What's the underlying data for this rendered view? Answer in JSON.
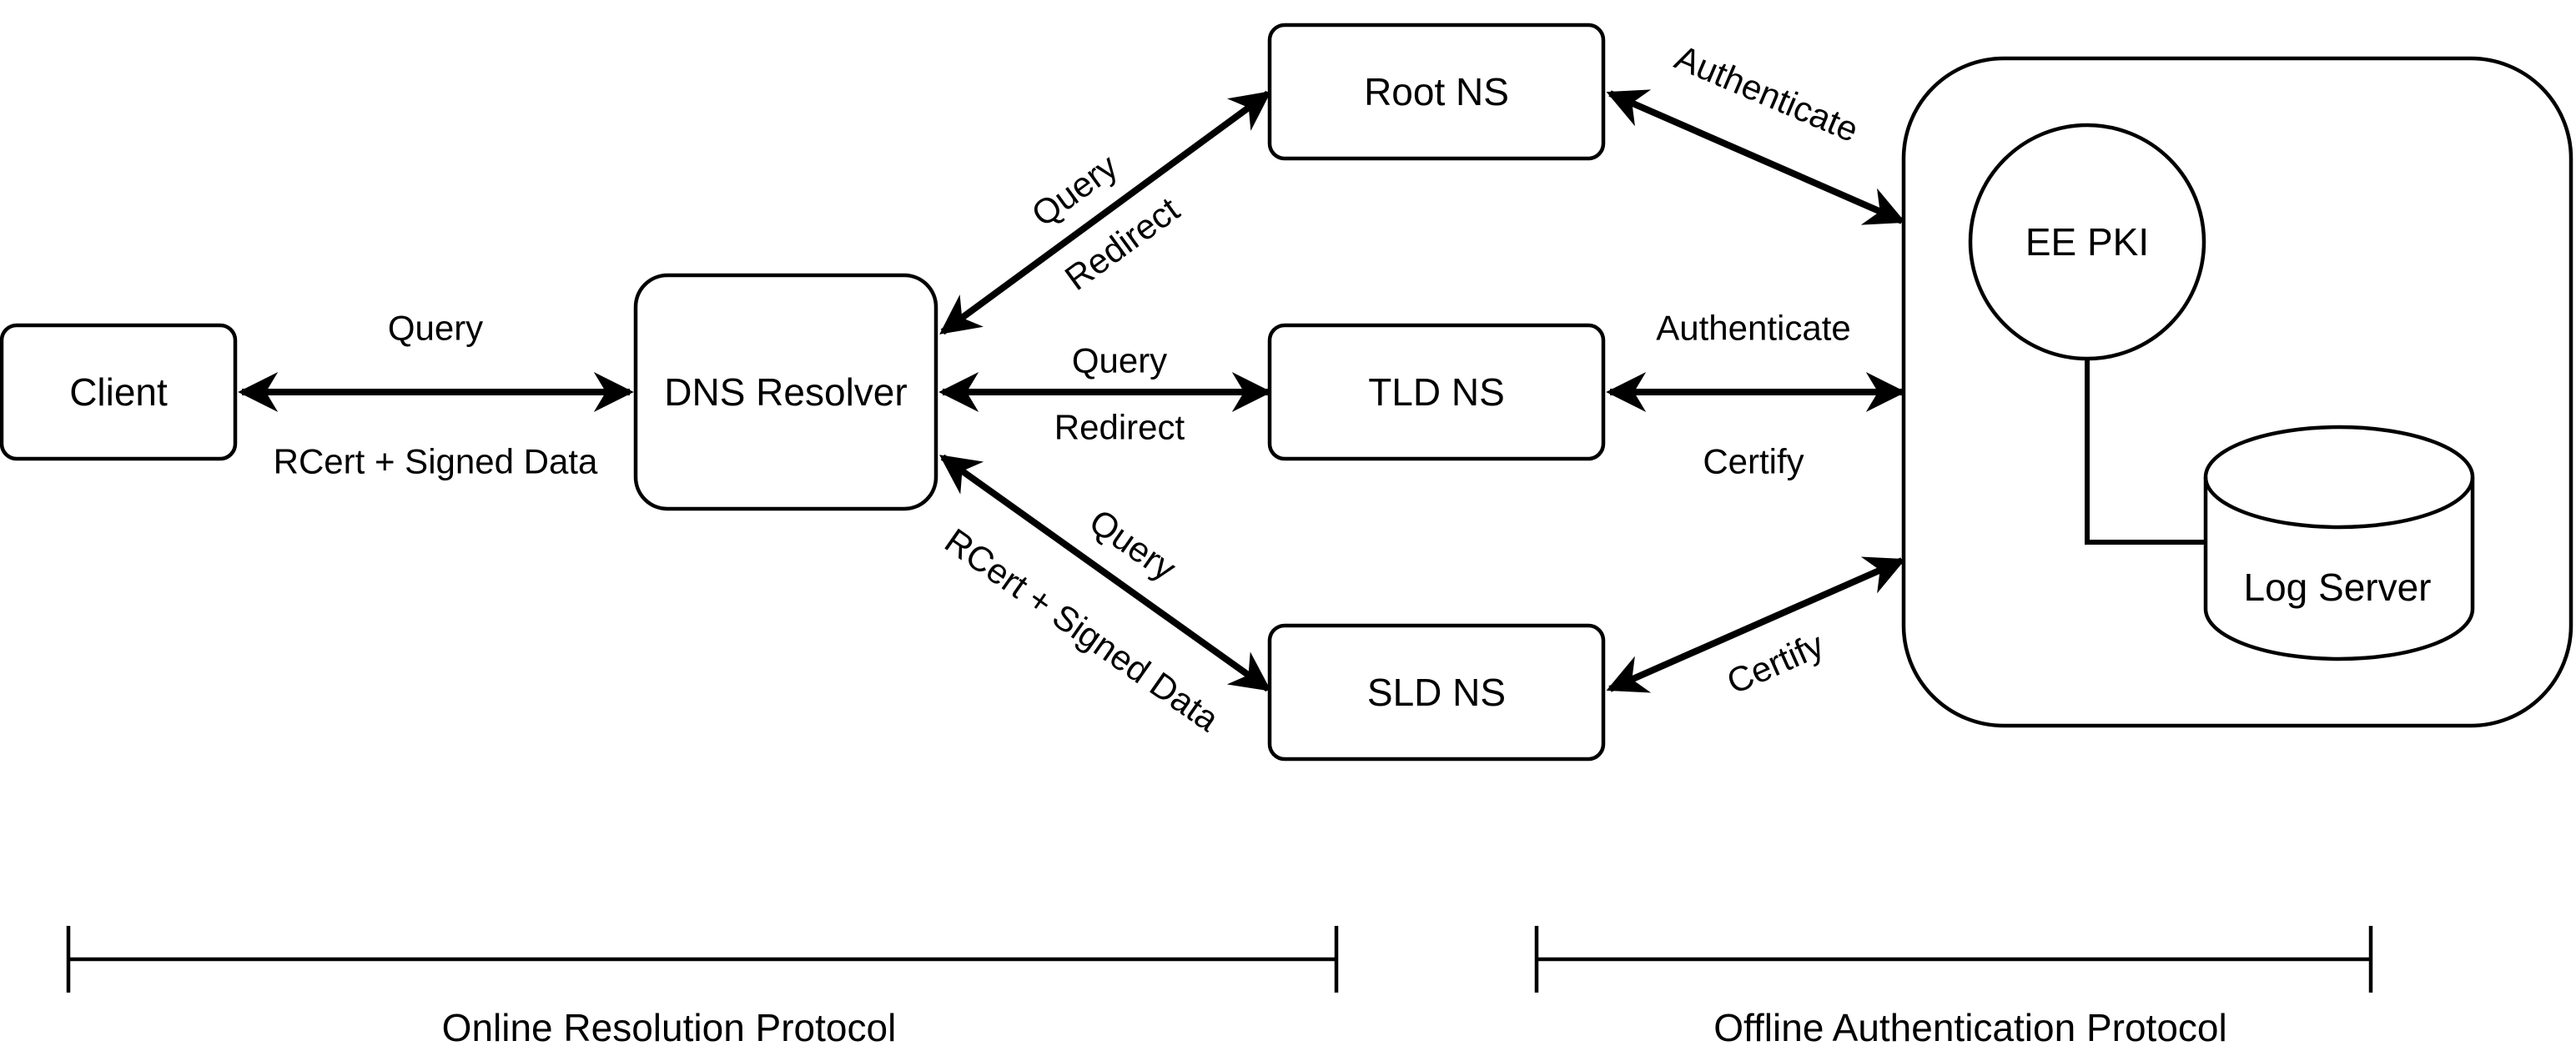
{
  "nodes": {
    "client": "Client",
    "dns_resolver": "DNS Resolver",
    "root_ns": "Root NS",
    "tld_ns": "TLD NS",
    "sld_ns": "SLD NS",
    "ee_pki": "EE PKI",
    "log_server": "Log Server"
  },
  "edges": {
    "client_resolver": {
      "top": "Query",
      "bottom": "RCert + Signed Data"
    },
    "resolver_root": {
      "top": "Query",
      "bottom": "Redirect"
    },
    "resolver_tld": {
      "top": "Query",
      "bottom": "Redirect"
    },
    "resolver_sld": {
      "top": "Query",
      "bottom": "RCert + Signed Data"
    },
    "root_auth": {
      "label": "Authenticate"
    },
    "tld_auth": {
      "top": "Authenticate",
      "bottom": "Certify"
    },
    "sld_auth": {
      "label": "Certify"
    }
  },
  "phases": {
    "online": "Online Resolution Protocol",
    "offline": "Offline Authentication Protocol"
  }
}
